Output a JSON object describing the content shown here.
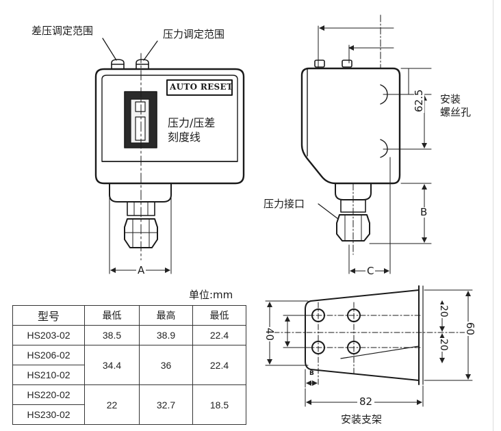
{
  "labels": {
    "diff_range": "差压调定范围",
    "press_range": "压力调定范围",
    "auto_reset": "AUTO RESET",
    "scale_line1": "压力/压差",
    "scale_line2": "刻度线",
    "dim_a": "A",
    "mount_hole_1": "安装",
    "mount_hole_2": "螺丝孔",
    "dim_62_5": "62.5",
    "port": "压力接口",
    "dim_b": "B",
    "dim_c": "C",
    "dim_40": "40",
    "dim_20_top": "20",
    "dim_20_bottom": "20",
    "dim_60": "60",
    "dim_b_small": "B",
    "dim_82": "82",
    "bracket": "安装支架"
  },
  "table": {
    "unit": "单位:mm",
    "headers": [
      "型号",
      "最低",
      "最高",
      "最低"
    ],
    "rows": [
      [
        "HS203-02",
        "38.5",
        "38.9",
        "22.4"
      ],
      [
        "HS206-02",
        "34.4",
        "36",
        "22.4"
      ],
      [
        "HS210-02"
      ],
      [
        "HS220-02",
        "22",
        "32.7",
        "18.5"
      ],
      [
        "HS230-02"
      ]
    ]
  }
}
